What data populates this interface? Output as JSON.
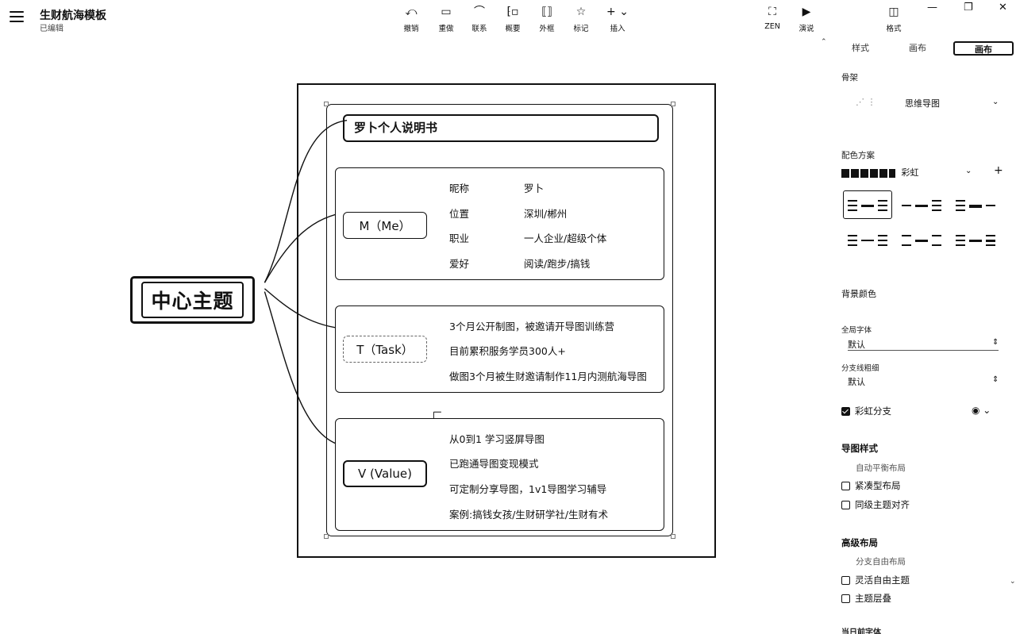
{
  "header": {
    "title": "生财航海模板",
    "status": "已编辑"
  },
  "toolbar": [
    {
      "icon": "undo-icon",
      "label": "撤销"
    },
    {
      "icon": "redo-icon",
      "label": "重做"
    },
    {
      "icon": "relation-icon",
      "label": "联系"
    },
    {
      "icon": "summary-icon",
      "label": "概要"
    },
    {
      "icon": "boundary-icon",
      "label": "外框"
    },
    {
      "icon": "star-icon",
      "label": "标记"
    },
    {
      "icon": "plus-icon",
      "label": "插入"
    }
  ],
  "toolbar_right": [
    {
      "icon": "zen-icon",
      "label": "ZEN"
    },
    {
      "icon": "present-icon",
      "label": "演说"
    },
    {
      "icon": "format-icon",
      "label": "格式"
    }
  ],
  "mindmap": {
    "center": "中心主题",
    "title_node": "罗卜个人说明书",
    "branches": [
      {
        "label": "M（Me）",
        "leaves": [
          {
            "key": "昵称",
            "value": "罗卜"
          },
          {
            "key": "位置",
            "value": "深圳/郴州"
          },
          {
            "key": "职业",
            "value": "一人企业/超级个体"
          },
          {
            "key": "爱好",
            "value": "阅读/跑步/搞钱"
          }
        ]
      },
      {
        "label": "T（Task）",
        "leaves": [
          {
            "key": "3个月公开制图，被邀请开导图训练营"
          },
          {
            "key": "目前累积服务学员300人+"
          },
          {
            "key": "做图3个月被生财邀请制作11月内测航海导图"
          }
        ]
      },
      {
        "label": "V (Value)",
        "leaves": [
          {
            "key": "从0到1 学习竖屏导图"
          },
          {
            "key": "已跑通导图变现模式"
          },
          {
            "key": "可定制分享导图，1v1导图学习辅导"
          },
          {
            "key": "案例:搞钱女孩/生财研学社/生财有术"
          }
        ]
      }
    ]
  },
  "panel": {
    "tabs": [
      "样式",
      "画布",
      "画布"
    ],
    "active_tab": 2,
    "skeleton_label": "骨架",
    "skeleton_value": "思维导图",
    "color_scheme_label": "配色方案",
    "color_scheme_value": "彩虹",
    "background_color_label": "背景颜色",
    "global_font_label": "全局字体",
    "global_font_value": "默认",
    "branch_thickness_label": "分支线粗细",
    "branch_thickness_value": "默认",
    "rainbow_branch_label": "彩虹分支",
    "rainbow_branch_checked": true,
    "map_style_label": "导图样式",
    "auto_balance_note": "自动平衡布局",
    "compact_layout_label": "紧凑型布局",
    "align_same_level_label": "同级主题对齐",
    "advanced_layout_label": "高级布局",
    "branch_free_note": "分支自由布局",
    "flexible_free_topic_label": "灵活自由主题",
    "topic_overlap_label": "主题层叠",
    "bottom_partial_label": "当日前字体"
  }
}
